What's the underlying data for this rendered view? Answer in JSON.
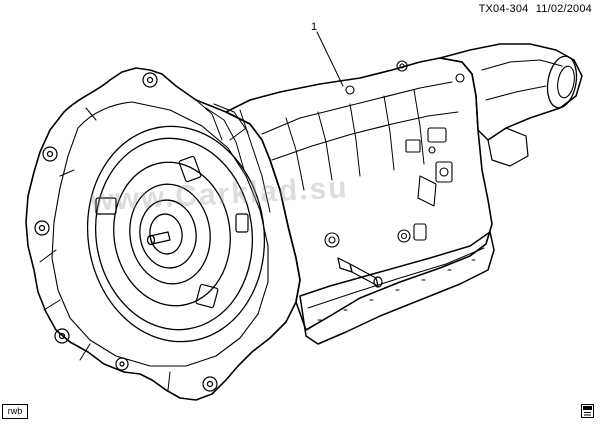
{
  "header": {
    "drawing_id": "TX04-304",
    "date": "11/02/2004"
  },
  "callouts": [
    {
      "number": "1"
    }
  ],
  "footer": {
    "view_code": "rwb"
  },
  "watermark": "www.Carklad.su",
  "colors": {
    "line": "#000000",
    "background": "#ffffff"
  }
}
